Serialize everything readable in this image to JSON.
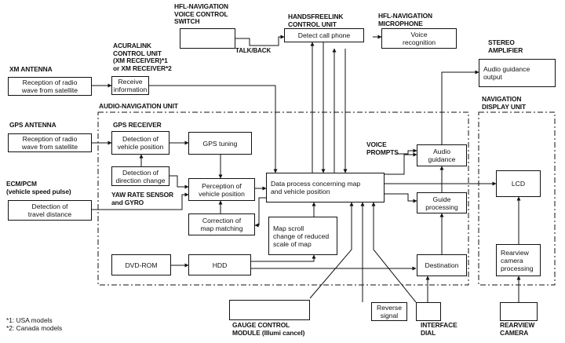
{
  "labels": {
    "xm_antenna": "XM ANTENNA",
    "gps_antenna": "GPS ANTENNA",
    "ecm_pcm": "ECM/PCM\n(vehicle speed pulse)",
    "acuralink": "ACURALINK\nCONTROL UNIT\n(XM RECEIVER)*1\nor XM RECEIVER*2",
    "hfl_switch": "HFL-NAVIGATION\nVOICE CONTROL\nSWITCH",
    "handsfreelink": "HANDSFREELINK\nCONTROL UNIT",
    "hfl_mic": "HFL-NAVIGATION\nMICROPHONE",
    "stereo_amp": "STEREO\nAMPLIFIER",
    "audio_nav_unit": "AUDIO-NAVIGATION UNIT",
    "nav_display_unit": "NAVIGATION\nDISPLAY UNIT",
    "gps_receiver": "GPS RECEIVER",
    "yaw_rate": "YAW RATE SENSOR\nand GYRO",
    "talk_back": "TALK/BACK",
    "voice_prompts": "VOICE\nPROMPTS",
    "gauge_control": "GAUGE CONTROL\nMODULE (Illumi cancel)",
    "interface_dial": "INTERFACE\nDIAL",
    "rearview_camera": "REARVIEW\nCAMERA"
  },
  "boxes": {
    "xm_reception": "Reception of radio\nwave from satellite",
    "receive_info": "Receive\ninformation",
    "gps_reception": "Reception of radio\nwave from satellite",
    "detection_position": "Detection of\nvehicle position",
    "gps_tuning": "GPS tuning",
    "detection_direction": "Detection of\ndirection change",
    "detection_distance": "Detection of\ntravel distance",
    "perception": "Perception of\nvehicle position",
    "correction": "Correction of\nmap matching",
    "dvd_rom": "DVD-ROM",
    "hdd": "HDD",
    "data_process": "Data process concerning map\nand vehicle position",
    "map_scroll": "Map scroll\nchange of reduced\nscale of map",
    "detect_call": "Detect call phone",
    "voice_recognition": "Voice\nrecognition",
    "audio_guidance_output": "Audio guidance\noutput",
    "audio_guidance": "Audio\nguidance",
    "guide_processing": "Guide\nprocessing",
    "destination": "Destination",
    "lcd": "LCD",
    "rearview_processing": "Rearview\ncamera\nprocessing",
    "reverse_signal": "Reverse\nsignal"
  },
  "footnotes": {
    "usa": "*1: USA models",
    "canada": "*2: Canada models"
  }
}
